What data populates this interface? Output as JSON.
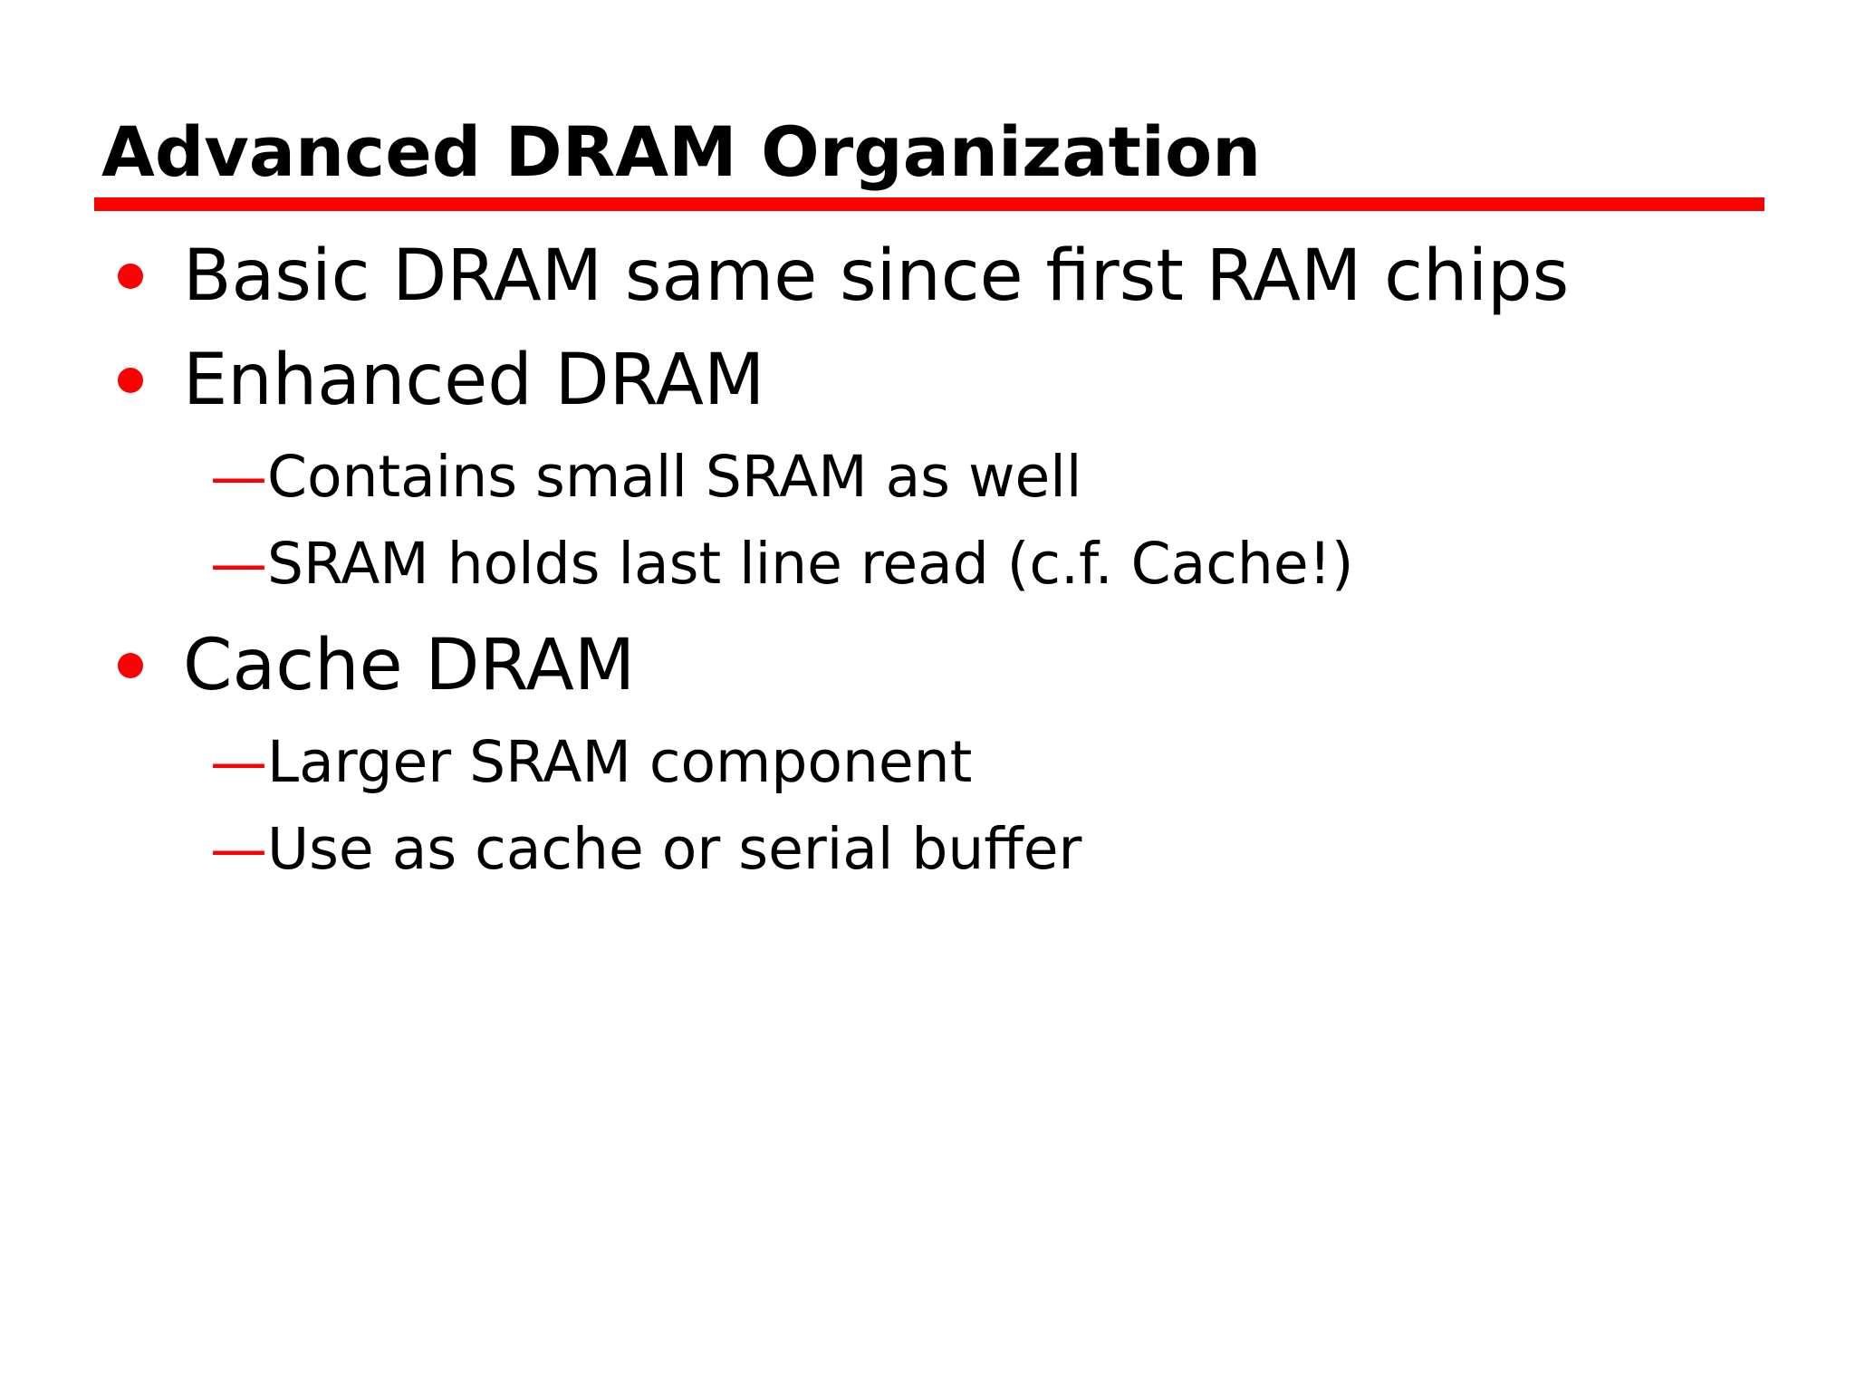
{
  "slide": {
    "title": "Advanced DRAM Organization",
    "accent_color": "#ff0000",
    "bullet_icon": "bullet-dot-icon",
    "sub_marker": "—",
    "bullets": [
      {
        "text": "Basic DRAM same since first RAM chips"
      },
      {
        "text": "Enhanced DRAM",
        "sub": [
          "Contains small SRAM as well",
          "SRAM holds last line read (c.f. Cache!)"
        ]
      },
      {
        "text": "Cache DRAM",
        "sub": [
          "Larger SRAM component",
          "Use as cache or serial buffer"
        ]
      }
    ]
  }
}
